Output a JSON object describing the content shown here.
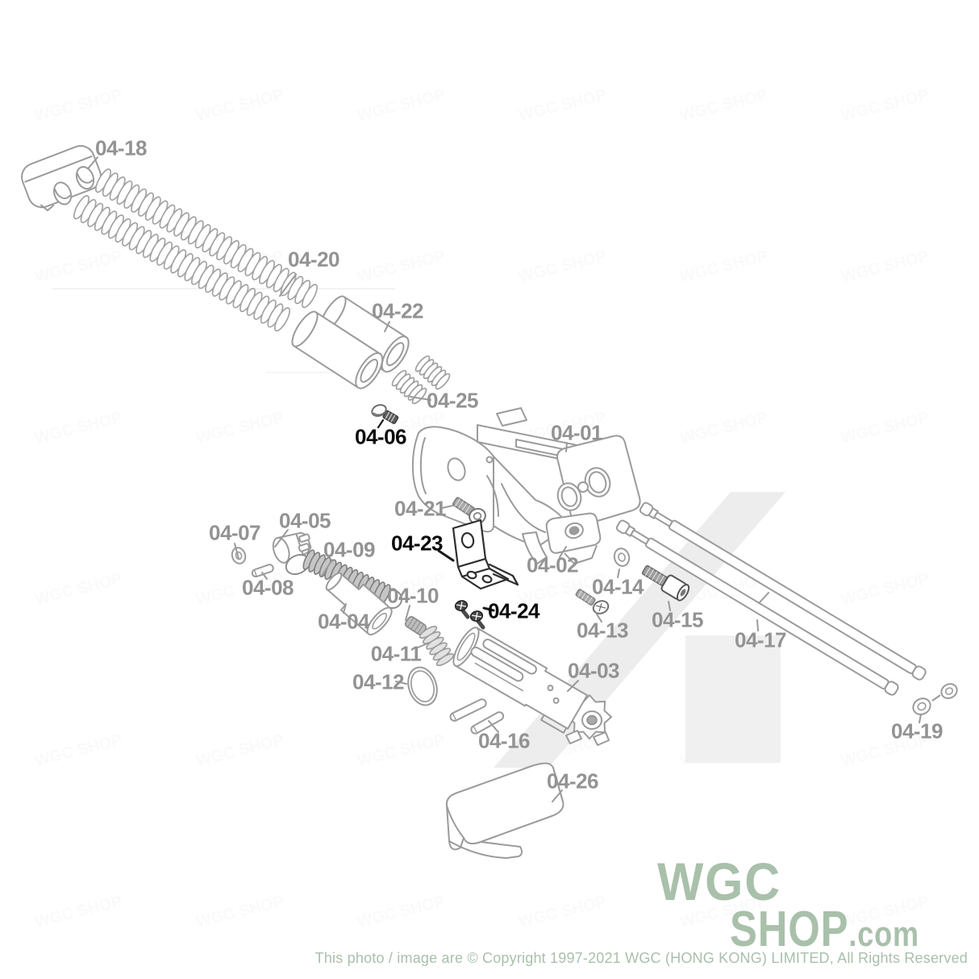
{
  "parts": [
    {
      "label": "04-18",
      "tone": "gray"
    },
    {
      "label": "04-20",
      "tone": "gray"
    },
    {
      "label": "04-22",
      "tone": "gray"
    },
    {
      "label": "04-25",
      "tone": "gray"
    },
    {
      "label": "04-06",
      "tone": "black"
    },
    {
      "label": "04-01",
      "tone": "gray"
    },
    {
      "label": "04-21",
      "tone": "gray"
    },
    {
      "label": "04-05",
      "tone": "gray"
    },
    {
      "label": "04-07",
      "tone": "gray"
    },
    {
      "label": "04-09",
      "tone": "gray"
    },
    {
      "label": "04-23",
      "tone": "black"
    },
    {
      "label": "04-02",
      "tone": "gray"
    },
    {
      "label": "04-08",
      "tone": "gray"
    },
    {
      "label": "04-14",
      "tone": "gray"
    },
    {
      "label": "04-10",
      "tone": "gray"
    },
    {
      "label": "04-04",
      "tone": "gray"
    },
    {
      "label": "04-24",
      "tone": "black"
    },
    {
      "label": "04-13",
      "tone": "gray"
    },
    {
      "label": "04-15",
      "tone": "gray"
    },
    {
      "label": "04-17",
      "tone": "gray"
    },
    {
      "label": "04-11",
      "tone": "gray"
    },
    {
      "label": "04-12",
      "tone": "gray"
    },
    {
      "label": "04-03",
      "tone": "gray"
    },
    {
      "label": "04-16",
      "tone": "gray"
    },
    {
      "label": "04-26",
      "tone": "gray"
    },
    {
      "label": "04-19",
      "tone": "gray"
    }
  ],
  "branding": {
    "logo_top": "WGC",
    "logo_bottom": "SHOP",
    "logo_tld": ".com",
    "logo_color": "#a9c0ab"
  },
  "footer": {
    "copyright": "This photo / image are © Copyright 1997-2021 WGC (HONG KONG) LIMITED, All Rights Reserved"
  },
  "watermark": {
    "tile_text": "WGC SHOP"
  },
  "colors": {
    "label_gray": "#939393",
    "label_black": "#0a0a0a",
    "line_gray": "#9b9b9b",
    "line_dark": "#2e2e2e",
    "brand_green": "#a9c0ab"
  }
}
